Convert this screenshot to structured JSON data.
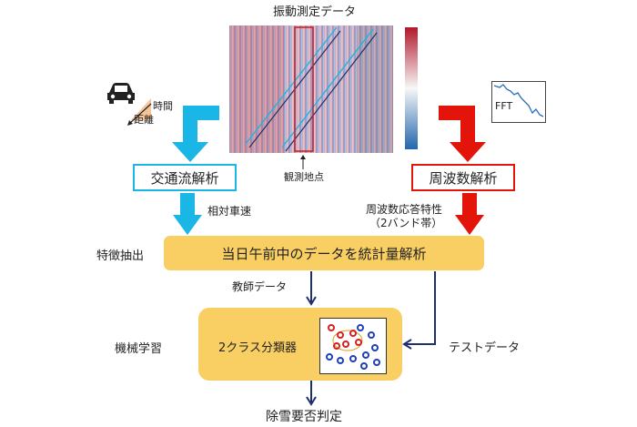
{
  "header": {
    "title": "振動測定データ"
  },
  "labels": {
    "observation_point": "観測地点",
    "time": "時間",
    "distance": "距離",
    "fft": "FFT",
    "feature_extraction": "特徴抽出",
    "machine_learning": "機械学習",
    "relative_speed": "相対車速",
    "freq_response": "周波数応答特性",
    "freq_response_sub": "（2バンド帯）",
    "teacher_data": "教師データ",
    "test_data": "テストデータ",
    "result": "除雪要否判定"
  },
  "boxes": {
    "traffic": "交通流解析",
    "frequency": "周波数解析",
    "feature": "当日午前中のデータを統計量解析",
    "classifier": "2クラス分類器"
  },
  "colors": {
    "cyan": "#19b6e6",
    "red": "#e3150b",
    "navy": "#1f2f6e",
    "yellow": "#f9cf63"
  },
  "icons": [
    "car-icon",
    "time-distance-icon",
    "fft-plot-icon"
  ]
}
